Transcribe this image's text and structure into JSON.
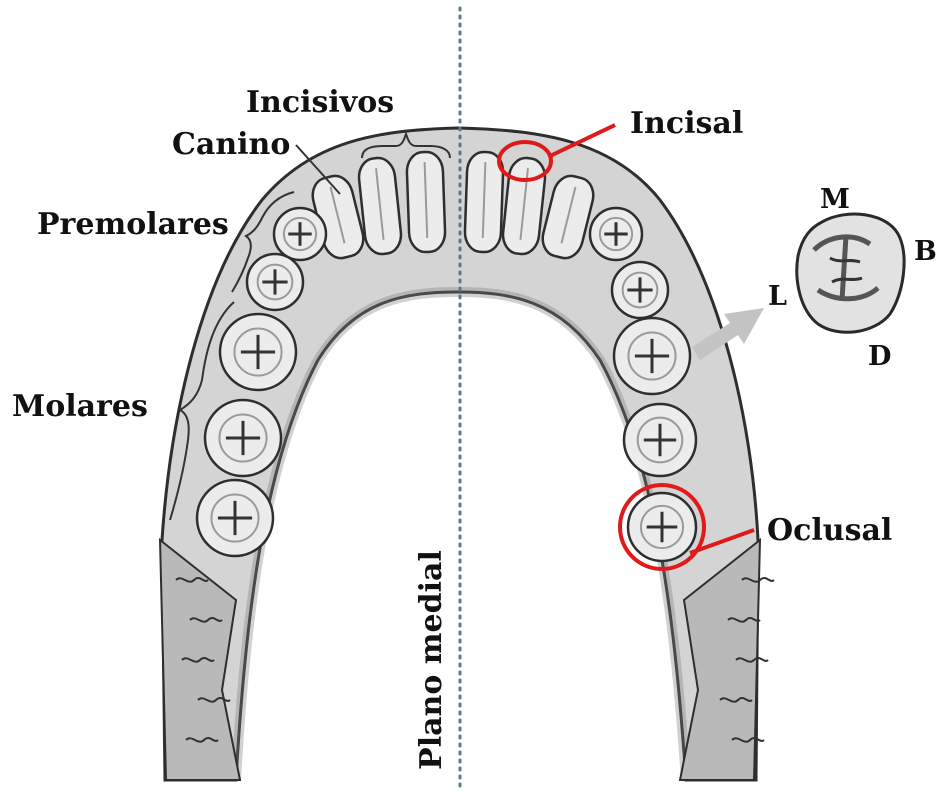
{
  "labels": {
    "incisivos": "Incisivos",
    "canino": "Canino",
    "premolares": "Premolares",
    "molares": "Molares",
    "incisal": "Incisal",
    "oclusal": "Oclusal",
    "plano_medial": "Plano medial",
    "dir_m": "M",
    "dir_b": "B",
    "dir_l": "L",
    "dir_d": "D"
  },
  "colors": {
    "highlight": "#e01a1a",
    "midline": "#5a7a86",
    "arrow": "#c4c4c4",
    "bone_fill": "#d4d4d4",
    "bone_stroke": "#2e2e2e",
    "tooth_fill": "#ececec"
  }
}
